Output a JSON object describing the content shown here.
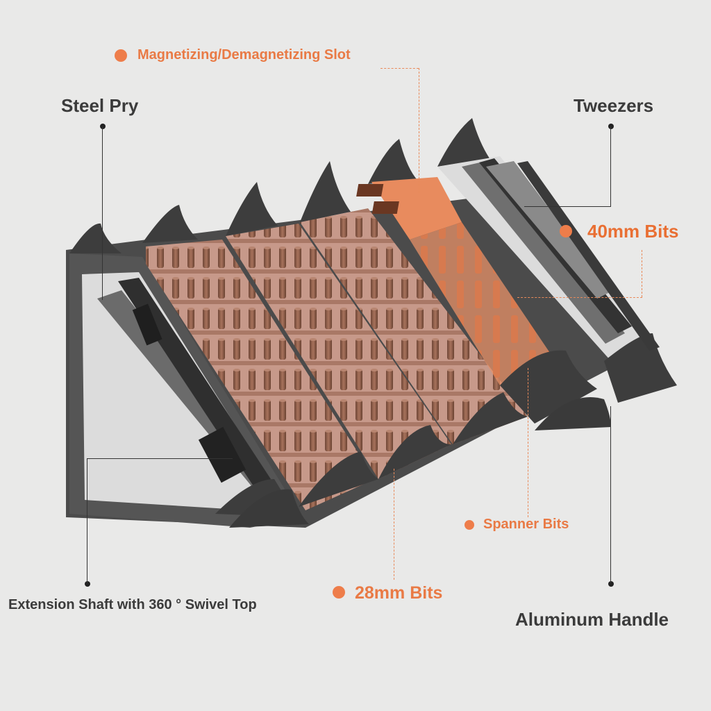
{
  "labels": {
    "magnetizing": "Magnetizing/Demagnetizing Slot",
    "steel_pry": "Steel Pry",
    "tweezers": "Tweezers",
    "bits_40mm": "40mm Bits",
    "spanner_bits": "Spanner Bits",
    "bits_28mm": "28mm Bits",
    "extension_shaft": "Extension Shaft with 360 ° Swivel Top",
    "aluminum_handle": "Aluminum Handle"
  },
  "colors": {
    "accent_orange": "#ee7d4a",
    "bits_brown": "#8a5a45",
    "tray_pink": "#c99a88",
    "case_gray": "#4a4a4a",
    "background": "#e9e9e8"
  }
}
